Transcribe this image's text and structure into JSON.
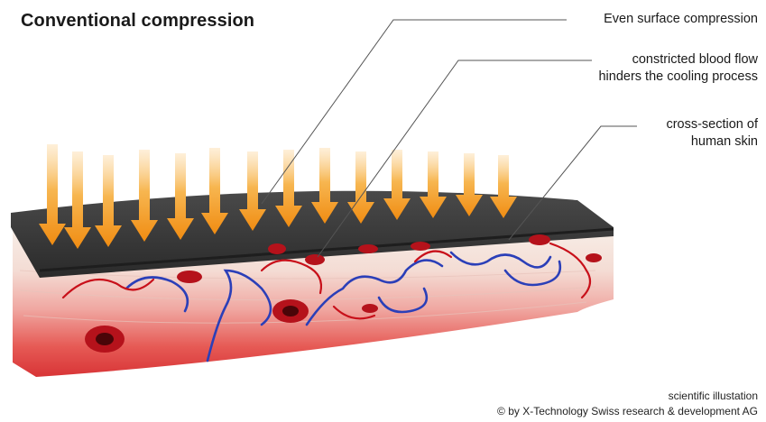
{
  "title": "Conventional compression",
  "labels": {
    "even_surface": "Even surface compression",
    "blood_flow_line1": "constricted blood flow",
    "blood_flow_line2": "hinders the cooling process",
    "skin_line1": "cross-section of",
    "skin_line2": "human skin"
  },
  "credit": {
    "line1": "scientific illustation",
    "line2": "© by X-Technology Swiss research & development AG"
  },
  "colors": {
    "arrow": "#f39a1c",
    "arrow_light": "#fbd79c",
    "compression_fabric": "#3a3a3a",
    "skin_top": "#f6ece4",
    "skin_bottom": "#e23a3a",
    "vein": "#2b3fb8",
    "artery": "#c8101a"
  }
}
